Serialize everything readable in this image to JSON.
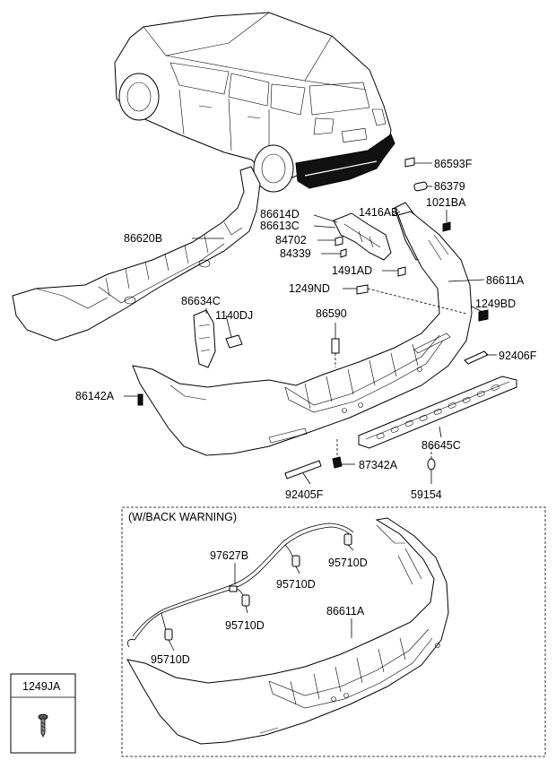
{
  "labels": {
    "p86593F": "86593F",
    "p86379": "86379",
    "p1021BA": "1021BA",
    "p86614D": "86614D",
    "p86613C": "86613C",
    "p1416AB": "1416AB",
    "p84702": "84702",
    "p84339": "84339",
    "p86620B": "86620B",
    "p1491AD": "1491AD",
    "p86611A": "86611A",
    "p1249ND": "1249ND",
    "p1249BD": "1249BD",
    "p86634C": "86634C",
    "p1140DJ": "1140DJ",
    "p86590": "86590",
    "p92406F": "92406F",
    "p86142A": "86142A",
    "p86645C": "86645C",
    "p87342A": "87342A",
    "p92405F": "92405F",
    "p59154": "59154"
  },
  "inset": {
    "title": "(W/BACK WARNING)",
    "p97627B": "97627B",
    "p95710D_a": "95710D",
    "p95710D_b": "95710D",
    "p95710D_c": "95710D",
    "p95710D_d": "95710D",
    "p86611A": "86611A"
  },
  "legend": {
    "title": "1249JA"
  }
}
